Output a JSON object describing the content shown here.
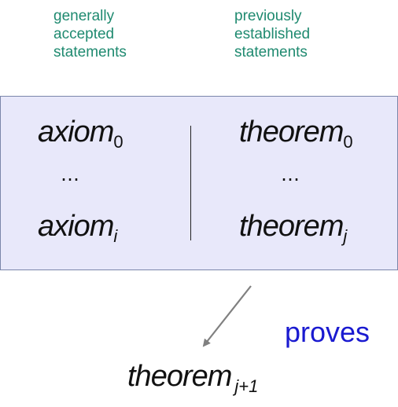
{
  "captions": {
    "left": [
      "generally",
      "accepted",
      "statements"
    ],
    "right": [
      "previously",
      "established",
      "statements"
    ]
  },
  "box": {
    "axiom_top": {
      "base": "axiom",
      "sub": "0"
    },
    "axiom_bottom": {
      "base": "axiom",
      "sub": "i"
    },
    "theorem_top": {
      "base": "theorem",
      "sub": "0"
    },
    "theorem_bottom": {
      "base": "theorem",
      "sub": "j"
    },
    "ellipsis_left": "…",
    "ellipsis_right": "…"
  },
  "arrow_label": "proves",
  "result": {
    "base": "theorem",
    "sub": "j+1"
  },
  "colors": {
    "caption": "#1f8a70",
    "box_fill": "#e8e8fa",
    "box_border": "#7b86aa",
    "arrow": "#808080",
    "label": "#1a1ad0"
  }
}
